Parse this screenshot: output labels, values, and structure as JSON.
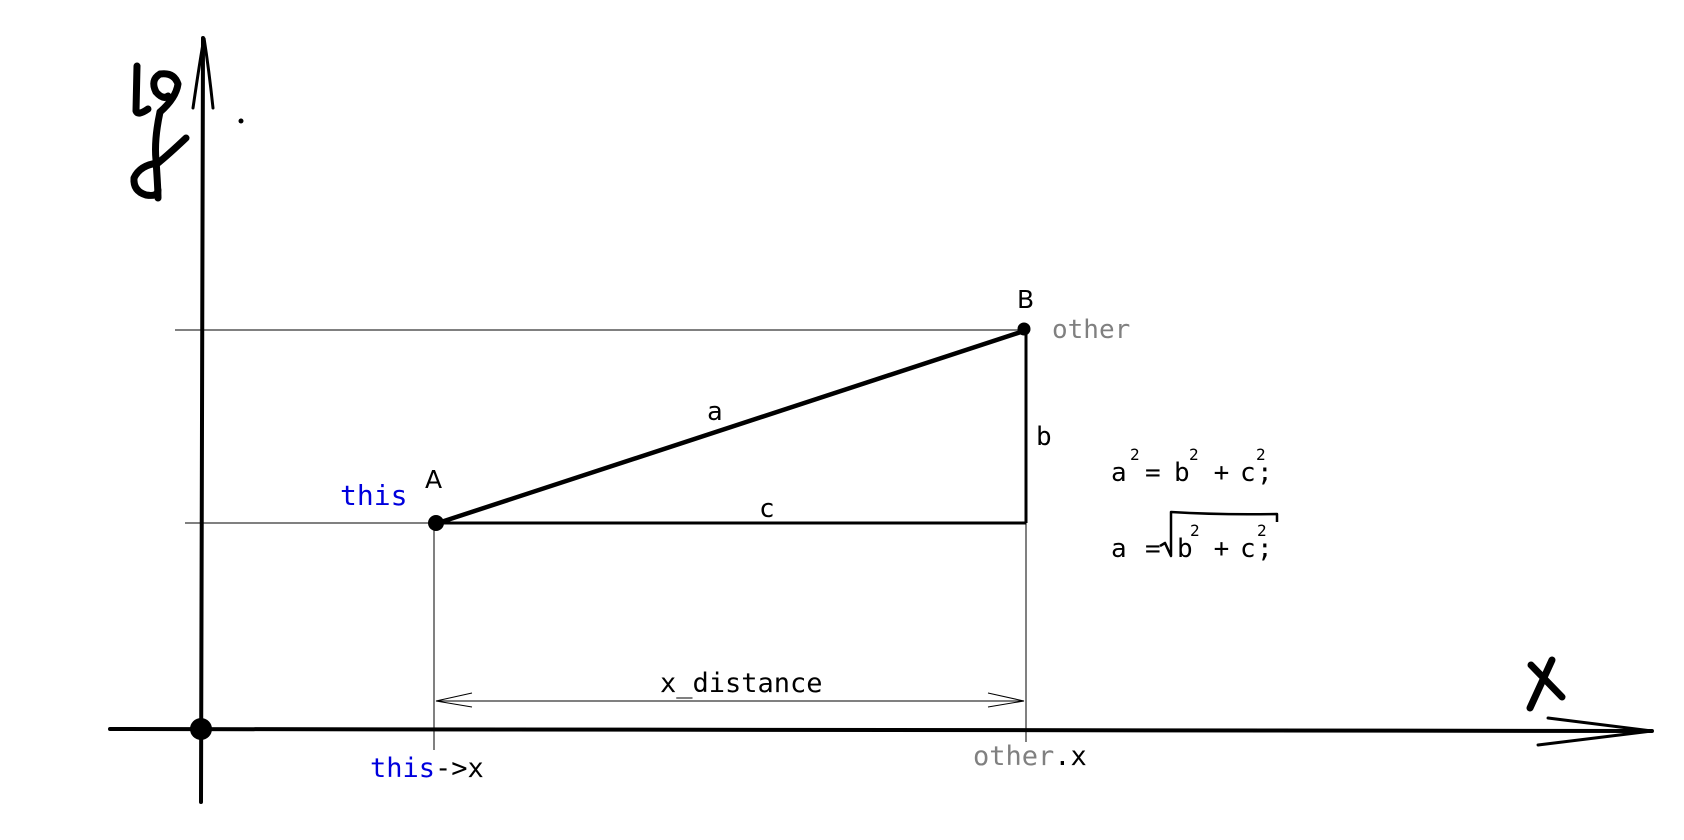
{
  "colors": {
    "ink": "#000000",
    "this_color": "#0000dd",
    "other_color": "#808080",
    "background": "#ffffff"
  },
  "axes": {
    "x_label": "X",
    "y_label": "y"
  },
  "points": {
    "a_label": "A",
    "b_label": "B",
    "this_label": "this",
    "other_label": "other"
  },
  "sides": {
    "hypotenuse": "a",
    "vertical": "b",
    "horizontal": "c"
  },
  "dimension": {
    "label": "x_distance"
  },
  "ticks": {
    "this_x_object": "this",
    "this_x_member": "->x",
    "other_x_object": "other",
    "other_x_member": ".x"
  },
  "formulas": {
    "f1_a": "a",
    "f1_exp_a": "2",
    "f1_eq": "= ",
    "f1_b": "b",
    "f1_exp_b": "2",
    "f1_plus": " + ",
    "f1_c": "c",
    "f1_exp_c": "2",
    "f1_end": ";",
    "f2_a": "a",
    "f2_eq": "=",
    "f2_b": "b",
    "f2_exp_b": "2",
    "f2_plus": " + ",
    "f2_c": "c",
    "f2_exp_c": "2",
    "f2_end": ";"
  }
}
